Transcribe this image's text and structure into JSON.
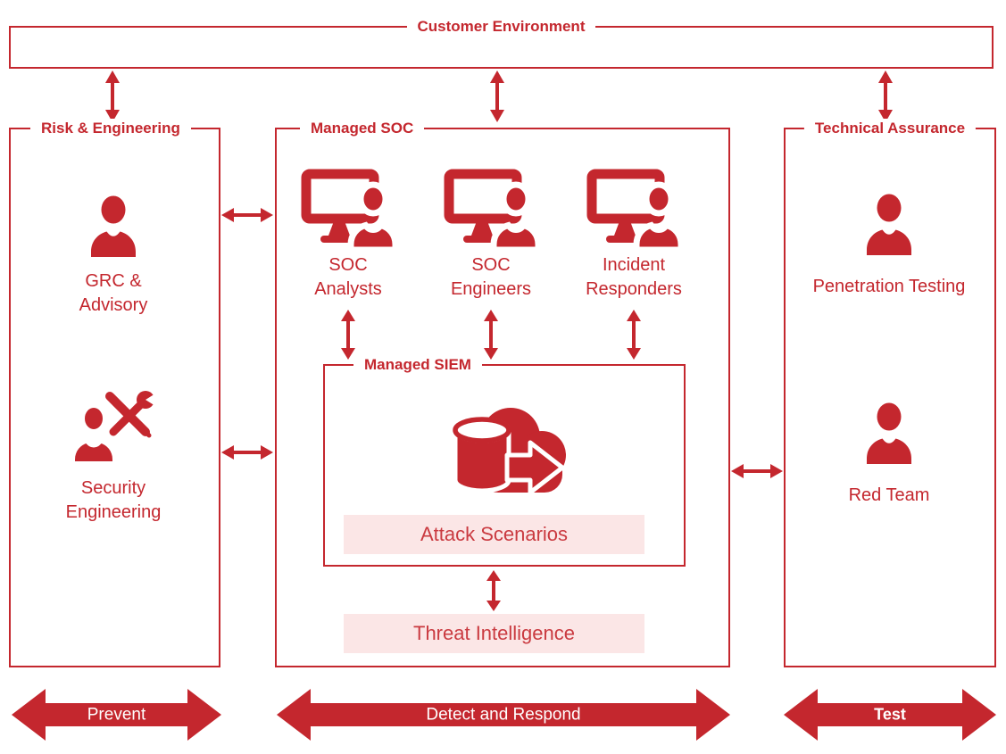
{
  "colors": {
    "red": "#C4272E",
    "pink": "#FBE6E6",
    "white": "#FFFFFF"
  },
  "customer": {
    "title": "Customer Environment"
  },
  "risk": {
    "title": "Risk & Engineering",
    "items": [
      {
        "label": "GRC &\nAdvisory",
        "icon": "person"
      },
      {
        "label": "Security\nEngineering",
        "icon": "person-tools"
      }
    ],
    "flow_label": "Prevent"
  },
  "soc": {
    "title": "Managed SOC",
    "roles": [
      {
        "label": "SOC\nAnalysts",
        "icon": "workstation-person"
      },
      {
        "label": "SOC\nEngineers",
        "icon": "workstation-person"
      },
      {
        "label": "Incident\nResponders",
        "icon": "workstation-person"
      }
    ],
    "siem": {
      "title": "Managed SIEM",
      "icon": "database-to-cloud",
      "banner": "Attack Scenarios"
    },
    "threat_banner": "Threat Intelligence",
    "flow_label": "Detect and Respond"
  },
  "assurance": {
    "title": "Technical Assurance",
    "items": [
      {
        "label": "Penetration Testing",
        "icon": "person"
      },
      {
        "label": "Red Team",
        "icon": "person"
      }
    ],
    "flow_label": "Test"
  }
}
